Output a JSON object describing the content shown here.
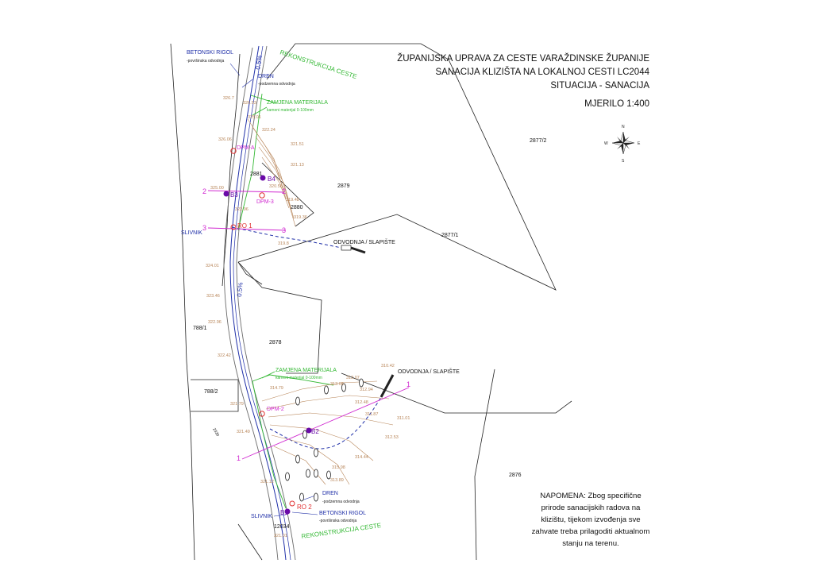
{
  "title": {
    "line1": "ŽUPANIJSKA UPRAVA ZA CESTE VARAŽDINSKE ŽUPANIJE",
    "line2": "SANACIJA KLIZIŠTA NA LOKALNOJ CESTI LC2044",
    "line3": "SITUACIJA - SANACIJA",
    "scale": "MJERILO 1:400"
  },
  "compass": {
    "n": "N",
    "s": "S",
    "e": "E",
    "w": "W"
  },
  "parcels": [
    "2877/2",
    "2879",
    "2877/1",
    "2881",
    "2880",
    "2878",
    "788/1",
    "788/2",
    "2876",
    "12034",
    "2330"
  ],
  "labels": {
    "betonski_rigol": "BETONSKI RIGOL",
    "povrsinska_odvodnja": "-površinska odvodnja",
    "dren": "DREN",
    "podzemna_odvodnja": "-podzemna odvodnja",
    "rekonstrukcija": "REKONSTRUKCIJA CESTE",
    "zamjena": "ZAMJENA MATERIJALA",
    "kameni": "kameni materijal 0-100mm",
    "odvodnja_slapiste": "ODVODNJA / SLAPIŠTE",
    "slivnik": "SLIVNIK",
    "slope": "0.5%",
    "dpm_a": "DPM-A",
    "dpm_3": "DPM-3",
    "dpm_2": "DPM-2",
    "ro1": "RO 1",
    "ro2": "RO 2",
    "b1": "B1",
    "b2": "B2",
    "b3": "B3",
    "b4": "B4",
    "sec1": "1",
    "sec2": "2",
    "sec3": "3"
  },
  "spot_heights_upper": [
    "326.7",
    "326.53",
    "325.01",
    "322.24",
    "326.06",
    "321.51",
    "321.13",
    "325.00",
    "320.58",
    "319.48",
    "322.96",
    "319.36",
    "319.8",
    "324.01",
    "323.46",
    "322.96",
    "322.42"
  ],
  "spot_heights_lower": [
    "310.42",
    "312.07",
    "313.08",
    "314.79",
    "312.94",
    "321.79",
    "312.48",
    "311.87",
    "311.01",
    "321.49",
    "312.53",
    "314.44",
    "315.98",
    "321.12",
    "313.89",
    "321.01"
  ],
  "note": "NAPOMENA: Zbog specifične prirode sanacijskih radova na klizištu, tijekom izvođenja sve zahvate treba prilagoditi aktualnom stanju na terenu.",
  "colors": {
    "road": "#6b6b6b",
    "drainage": "#1f2fa8",
    "replacement": "#33b833",
    "contour": "#b8865a",
    "section": "#d028d0",
    "rod": "#e03030",
    "borehole": "#6a0aa8"
  }
}
